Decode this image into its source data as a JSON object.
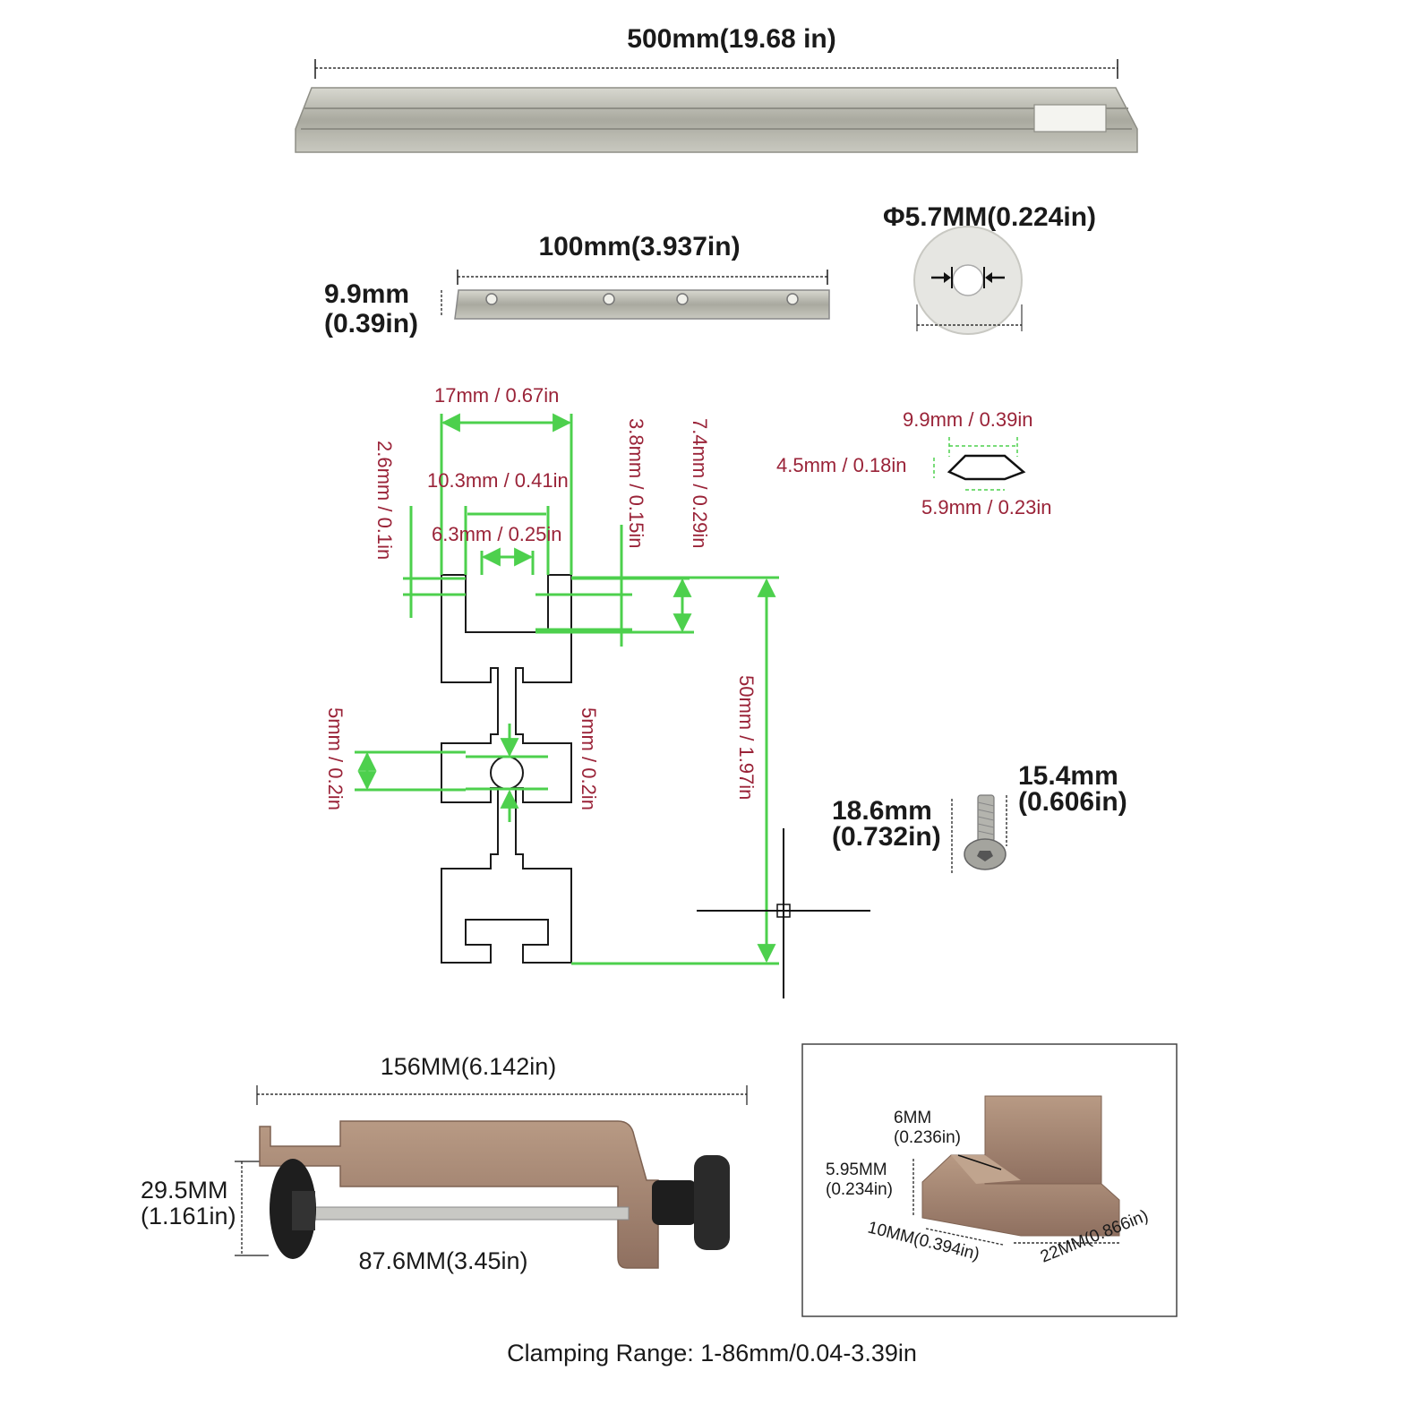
{
  "rail": {
    "length_label": "500mm(19.68 in)"
  },
  "tslot_bar": {
    "length_label": "100mm(3.937in)",
    "height_mm": "9.9mm",
    "height_in": "(0.39in)"
  },
  "washer": {
    "label": "Φ5.7MM(0.224in)"
  },
  "profile": {
    "w17": "17mm / 0.67in",
    "w10_3": "10.3mm / 0.41in",
    "w6_3": "6.3mm / 0.25in",
    "h2_6": "2.6mm / 0.1in",
    "h3_8": "3.8mm / 0.15in",
    "h7_4": "7.4mm / 0.29in",
    "h50": "50mm / 1.97in",
    "d5_left": "5mm / 0.2in",
    "d5_right": "5mm / 0.2in"
  },
  "tnut_section": {
    "top": "9.9mm / 0.39in",
    "left": "4.5mm / 0.18in",
    "bottom": "5.9mm / 0.23in"
  },
  "screw": {
    "length_mm": "18.6mm",
    "length_in": "(0.732in)",
    "head_mm": "15.4mm",
    "head_in": "(0.606in)"
  },
  "clamp": {
    "length": "156MM(6.142in)",
    "height_mm": "29.5MM",
    "height_in": "(1.161in)",
    "screw_len": "87.6MM(3.45in)",
    "color": "#a0806a"
  },
  "slider": {
    "w_mm": "6MM",
    "w_in": "(0.236in)",
    "h_mm": "5.95MM",
    "h_in": "(0.234in)",
    "d10": "10MM(0.394in)",
    "d22": "22MM(0.866in)"
  },
  "footer": {
    "clamping": "Clamping Range: 1-86mm/0.04-3.39in"
  }
}
